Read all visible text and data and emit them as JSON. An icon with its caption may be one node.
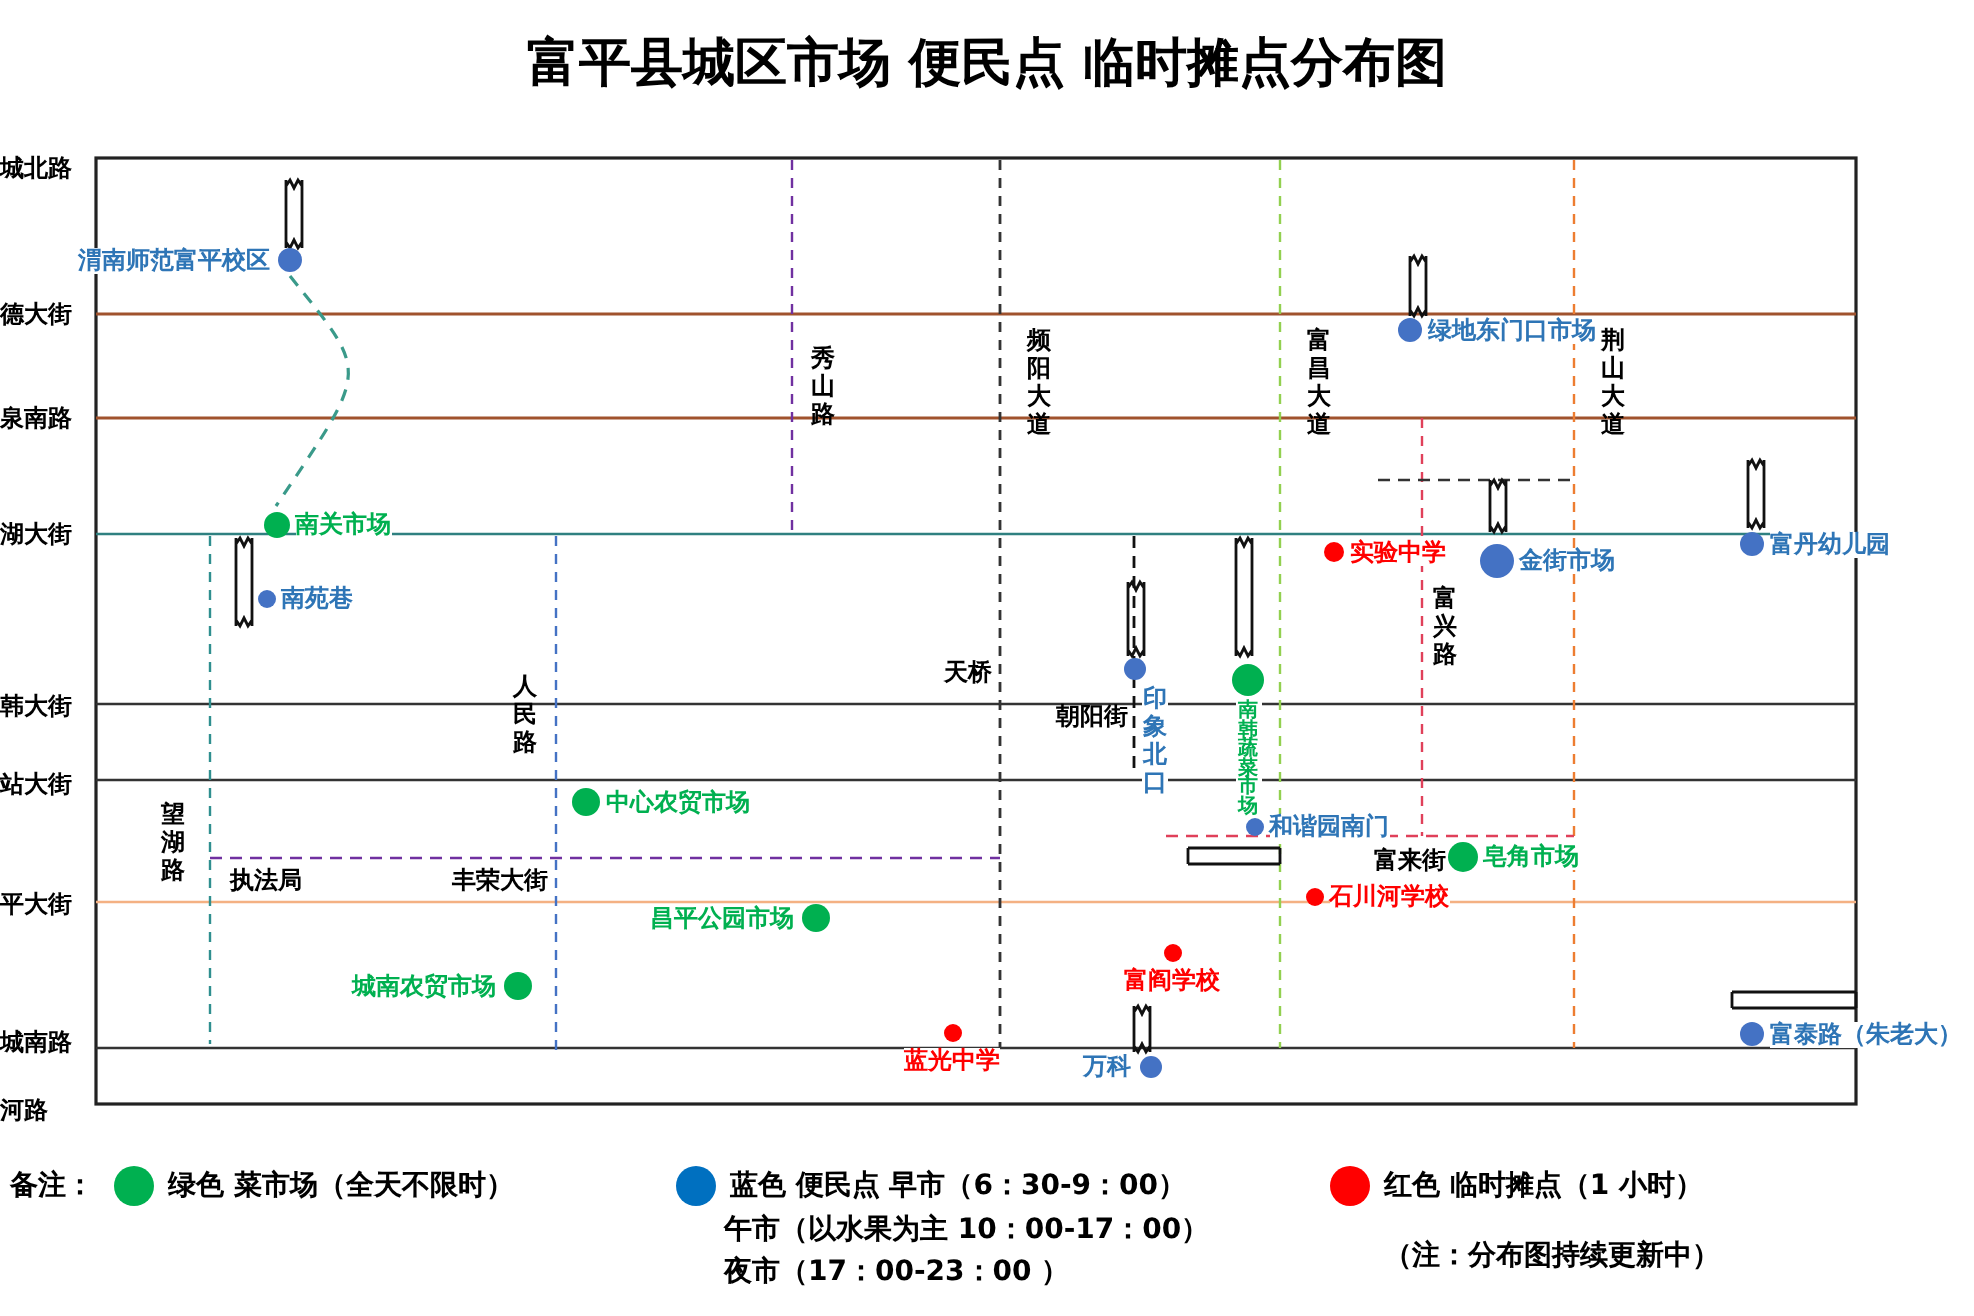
{
  "diagram": {
    "title": "富平县城区市场 便民点 临时摊点分布图",
    "nodes": [
      {
        "text": [
          "渭南师范富平校区"
        ]
      },
      {
        "text": [
          "绿地东门口市场"
        ]
      },
      {
        "text": [
          "南关市场"
        ]
      },
      {
        "text": [
          "实验中学"
        ]
      },
      {
        "text": [
          "金街市场"
        ]
      },
      {
        "text": [
          "富丹幼儿园"
        ]
      },
      {
        "text": [
          "南苑巷"
        ]
      },
      {
        "text": [
          "印象北口"
        ]
      },
      {
        "text": [
          "南韩蔬菜市场"
        ]
      },
      {
        "text": [
          "中心农贸市场"
        ]
      },
      {
        "text": [
          "和谐园南门"
        ]
      },
      {
        "text": [
          "皂角市场"
        ]
      },
      {
        "text": [
          "石川河学校"
        ]
      },
      {
        "text": [
          "昌平公园市场"
        ]
      },
      {
        "text": [
          "富阎学校"
        ]
      },
      {
        "text": [
          "城南农贸市场"
        ]
      },
      {
        "text": [
          "蓝光中学"
        ]
      },
      {
        "text": [
          "富泰路（朱老大）"
        ]
      },
      {
        "text": [
          "万科"
        ]
      }
    ],
    "edges": [
      {
        "from": 0,
        "to": 2,
        "arrow": "none",
        "style": "dashed"
      }
    ],
    "labels": [
      "城北路",
      "德大街",
      "秀山路",
      "频阳大道",
      "富昌大道",
      "荆山大道",
      "泉南路",
      "湖大街",
      "富兴路",
      "人民路",
      "天桥",
      "韩大街",
      "朝阳街",
      "站大街",
      "望湖路",
      "执法局",
      "丰荣大街",
      "富来街",
      "平大街",
      "城南路",
      "河路",
      "备注：",
      "午市（以水果为主 10：00-17：00）",
      "夜市（17：00-23：00 ）",
      "（注：分布图持续更新中）"
    ],
    "legend": [
      {
        "text": "绿色 菜市场（全天不限时）",
        "color": "#00b050"
      },
      {
        "text": "蓝色 便民点 早市（6：30-9：00）",
        "color": "#0070c0"
      },
      {
        "text": "红色 临时摊点（1 小时）",
        "color": "#ff0000"
      }
    ]
  }
}
